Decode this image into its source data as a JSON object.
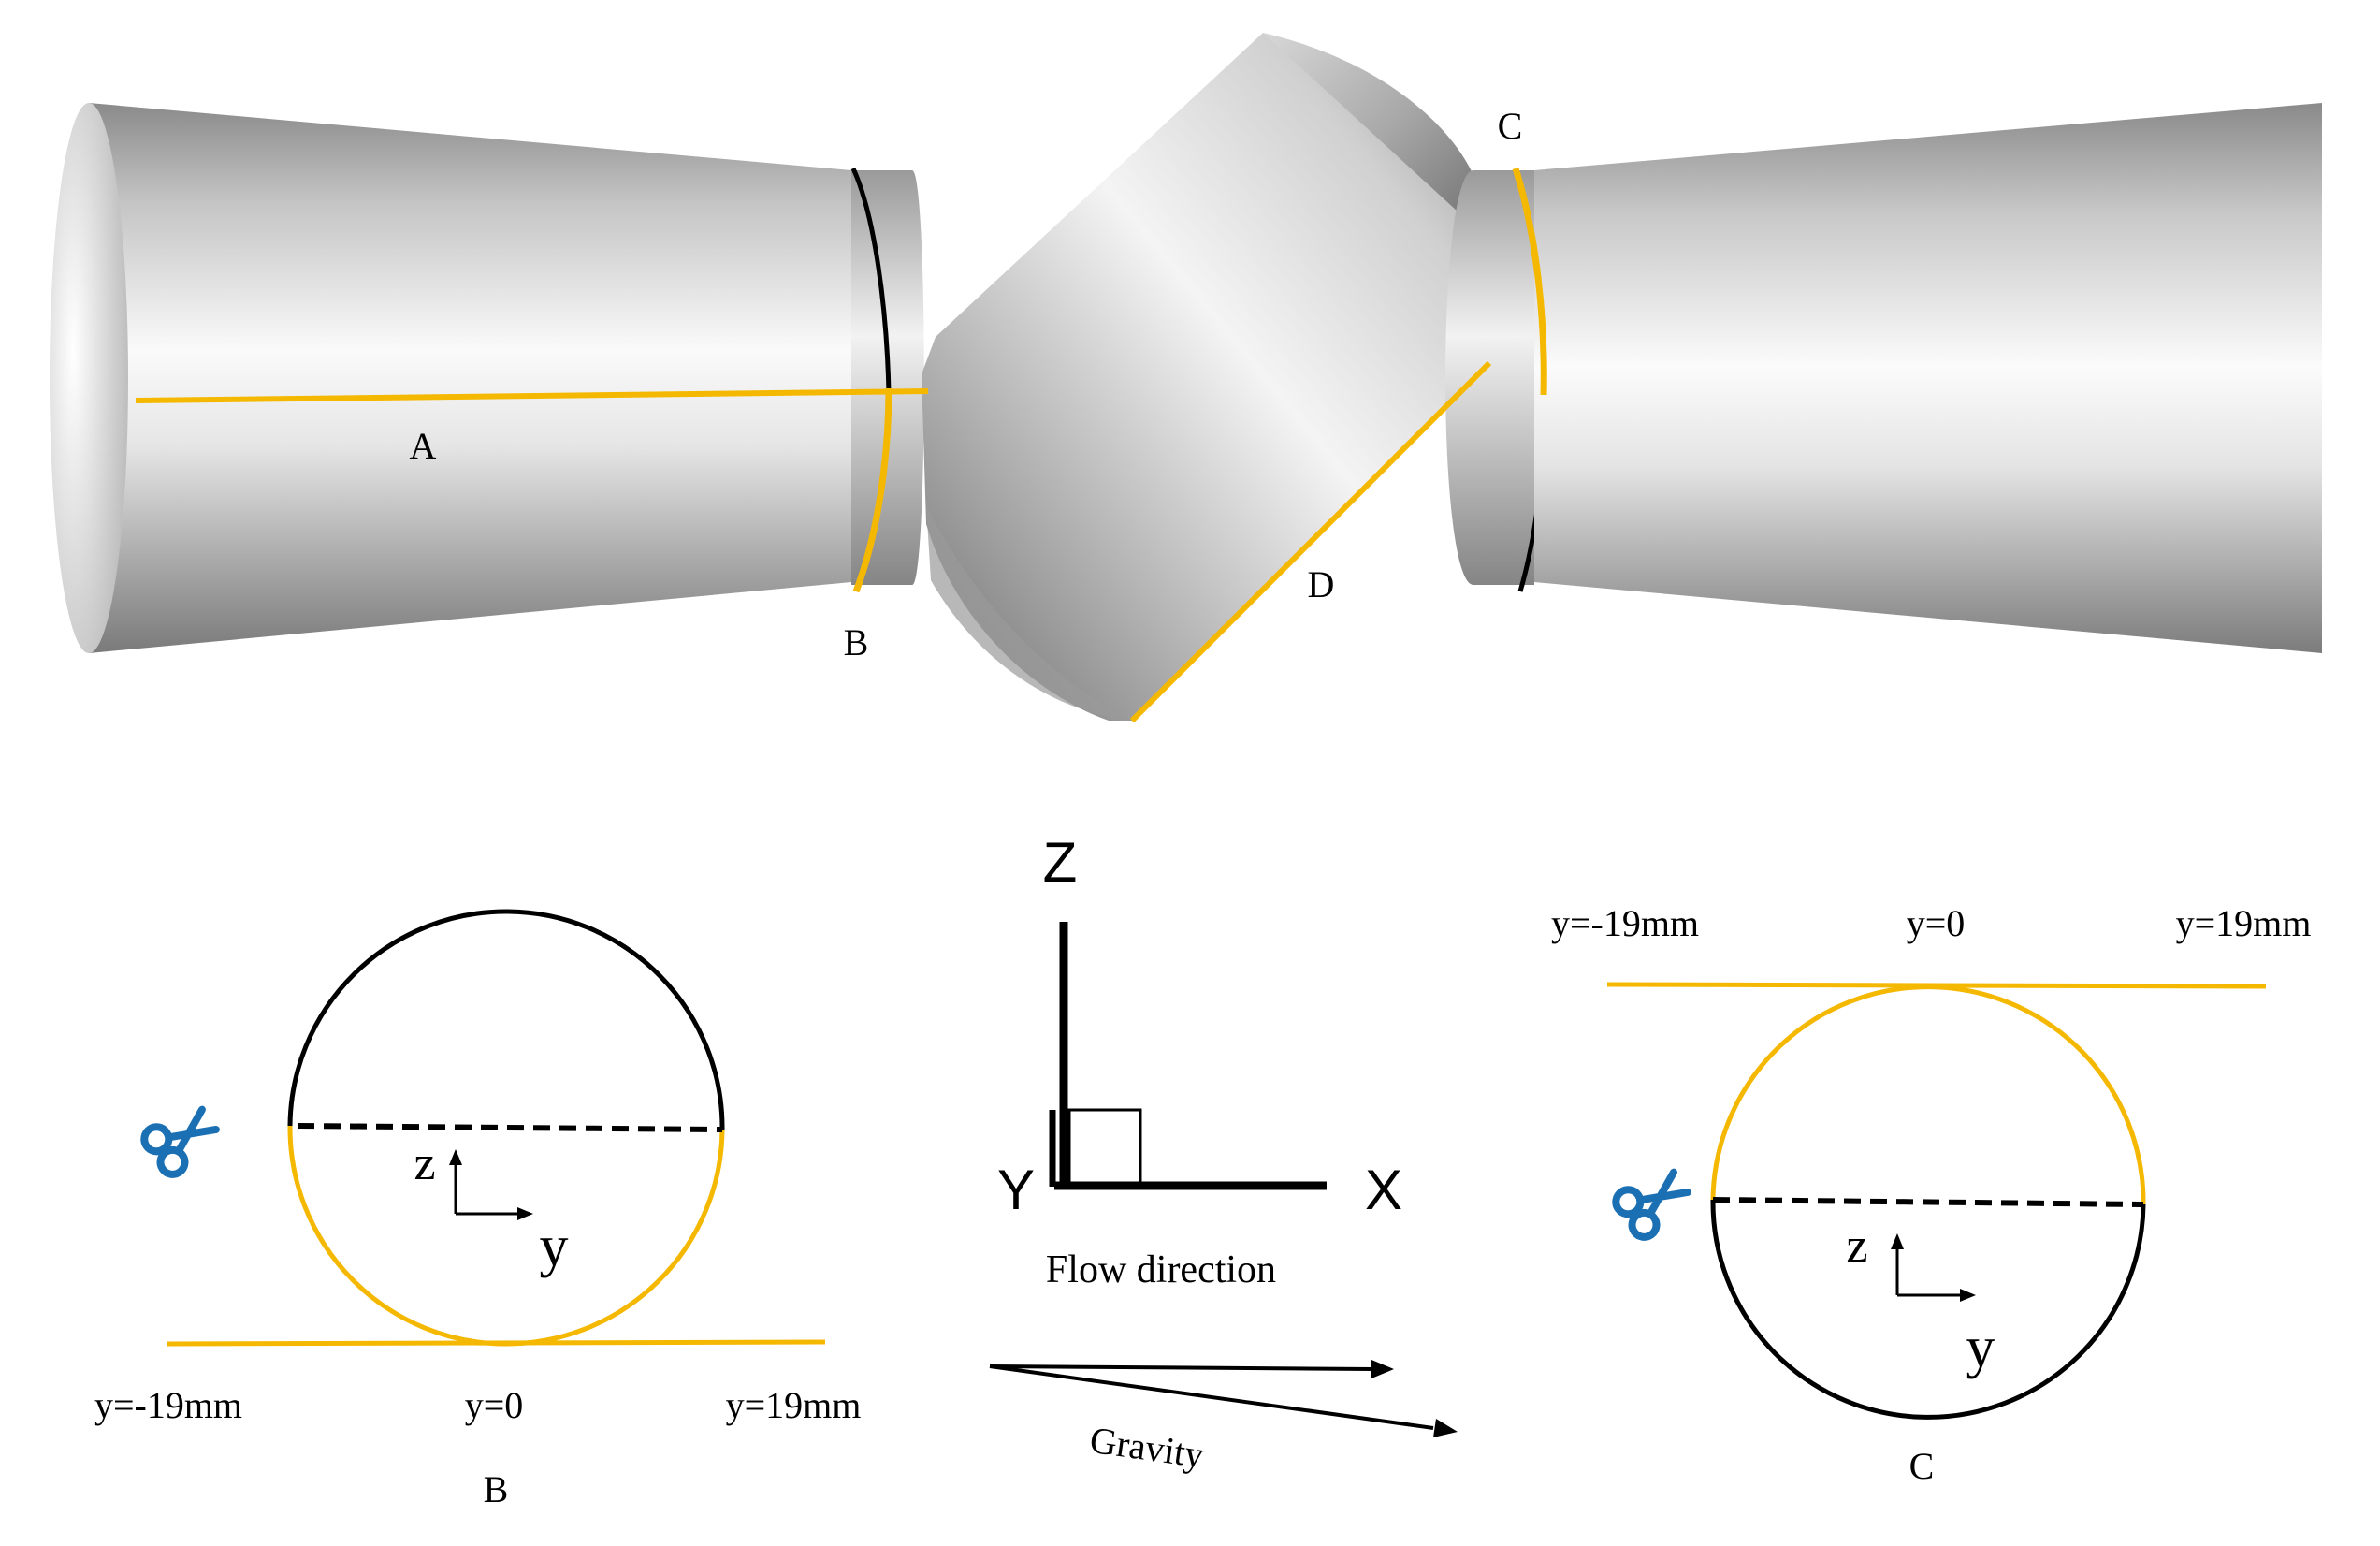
{
  "colors": {
    "highlight": "#F5B800",
    "outline": "#000000",
    "scissors": "#1B6FB3",
    "pipe_light": "#FBFBFB",
    "pipe_mid": "#C9C9C9",
    "pipe_dark": "#7E7E7E"
  },
  "model_3d": {
    "label_a": "A",
    "label_b": "B",
    "label_c": "C",
    "label_d": "D"
  },
  "cross_section_b": {
    "caption": "B",
    "z_label": "z",
    "y_label": "y",
    "y_left": "y=-19mm",
    "y_center": "y=0",
    "y_right": "y=19mm",
    "scissors_icon": "scissors-icon"
  },
  "cross_section_c": {
    "caption": "C",
    "z_label": "z",
    "y_label": "y",
    "y_left": "y=-19mm",
    "y_center": "y=0",
    "y_right": "y=19mm",
    "scissors_icon": "scissors-icon"
  },
  "axes": {
    "z_label": "Z",
    "x_label": "X",
    "y_label": "Y",
    "flow_label": "Flow direction",
    "gravity_label": "Gravity"
  }
}
